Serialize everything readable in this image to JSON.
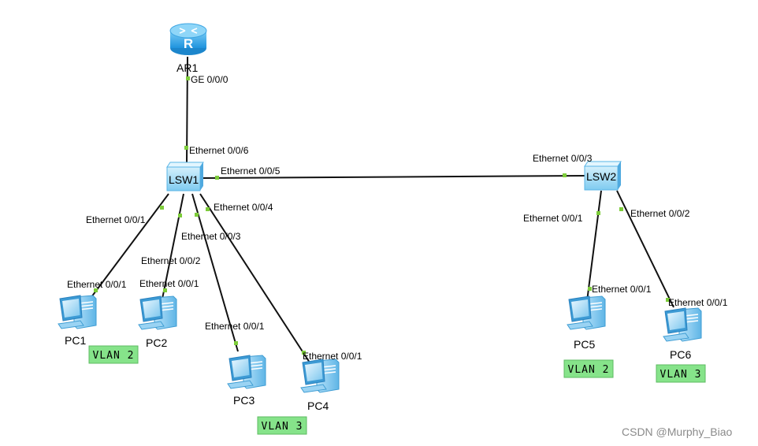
{
  "colors": {
    "link": "#111111",
    "port_dot": "#7dcc3a",
    "vlan_fill": "#86e38a",
    "vlan_stroke": "#5dbb62",
    "router_body": "#3aa8e8",
    "switch_body": "#9bd8f4",
    "pc_body": "#6fc0ec"
  },
  "devices": {
    "ar1": {
      "name": "AR1",
      "glyph": "R",
      "icon": "router-icon"
    },
    "lsw1": {
      "name": "LSW1",
      "icon": "switch-icon"
    },
    "lsw2": {
      "name": "LSW2",
      "icon": "switch-icon"
    },
    "pc1": {
      "name": "PC1",
      "icon": "pc-icon"
    },
    "pc2": {
      "name": "PC2",
      "icon": "pc-icon"
    },
    "pc3": {
      "name": "PC3",
      "icon": "pc-icon"
    },
    "pc4": {
      "name": "PC4",
      "icon": "pc-icon"
    },
    "pc5": {
      "name": "PC5",
      "icon": "pc-icon"
    },
    "pc6": {
      "name": "PC6",
      "icon": "pc-icon"
    }
  },
  "ports": {
    "ar1_ge000": "GE 0/0/0",
    "lsw1_e006": "Ethernet 0/0/6",
    "lsw1_e005": "Ethernet 0/0/5",
    "lsw1_e001": "Ethernet 0/0/1",
    "lsw1_e002": "Ethernet 0/0/2",
    "lsw1_e003": "Ethernet 0/0/3",
    "lsw1_e004": "Ethernet 0/0/4",
    "lsw2_e003": "Ethernet 0/0/3",
    "lsw2_e001": "Ethernet 0/0/1",
    "lsw2_e002": "Ethernet 0/0/2",
    "pc1_e001": "Ethernet 0/0/1",
    "pc2_e001": "Ethernet 0/0/1",
    "pc3_e001": "Ethernet 0/0/1",
    "pc4_e001": "Ethernet 0/0/1",
    "pc5_e001": "Ethernet 0/0/1",
    "pc6_e001": "Ethernet 0/0/1"
  },
  "vlans": {
    "pc1": "VLAN 2",
    "pc3_pc4": "VLAN 3",
    "pc5": "VLAN 2",
    "pc6": "VLAN 3"
  },
  "watermark": "CSDN @Murphy_Biao"
}
